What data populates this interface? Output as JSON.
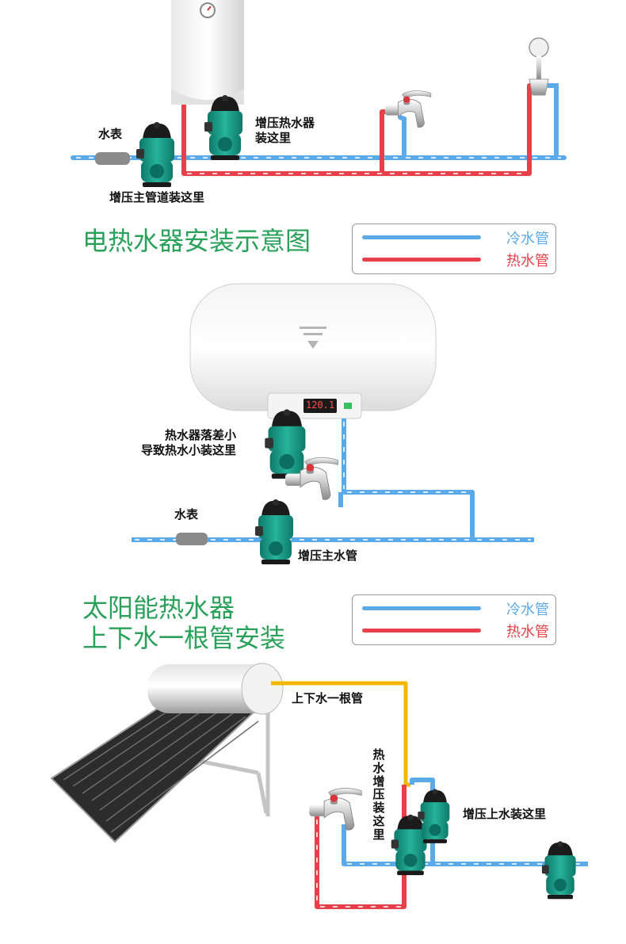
{
  "section1": {
    "label_meter": "水表",
    "label_heater_pump": "增压热水器\n装这里",
    "label_main_pump": "增压主管道装这里"
  },
  "title1": "电热水器安装示意图",
  "legend": {
    "cold_label": "冷水管",
    "hot_label": "热水管",
    "cold_color": "#5aa9e8",
    "hot_color": "#e8404a"
  },
  "section2": {
    "label_heater_pump": "热水器落差小\n导致热水小装这里",
    "label_meter": "水表",
    "label_main_pump": "增压主水管",
    "display_readout": "120.1"
  },
  "title2": "太阳能热水器\n上下水一根管安装",
  "section3": {
    "label_single_pipe": "上下水一根管",
    "label_hot_pump": "热水增压装这里",
    "label_up_pump": "增压上水装这里"
  },
  "colors": {
    "title_green": "#2aa15a",
    "single_pipe_yellow": "#f2b705",
    "pump_teal": "#1fa28e"
  }
}
